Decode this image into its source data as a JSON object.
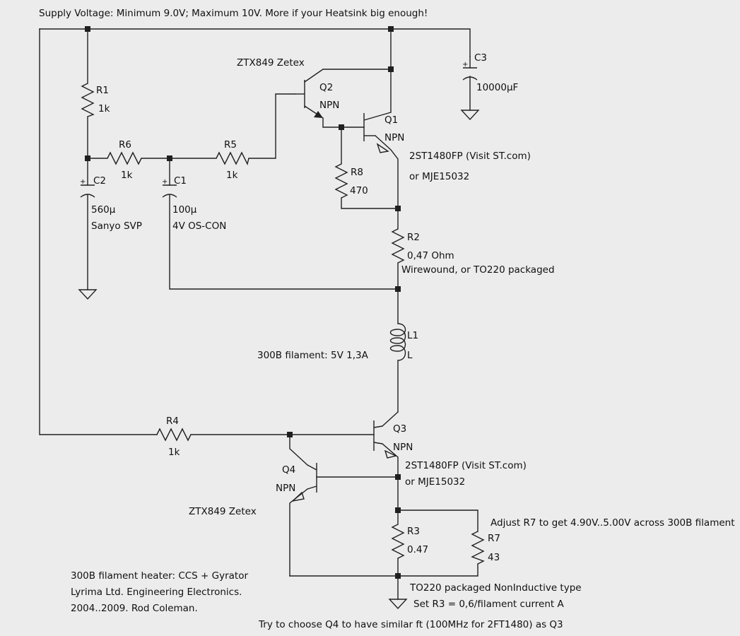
{
  "header": {
    "supply_note": "Supply Voltage: Minimum 9.0V;  Maximum 10V. More if your Heatsink big enough!"
  },
  "components": {
    "r1": {
      "ref": "R1",
      "value": "1k"
    },
    "r2": {
      "ref": "R2",
      "value": "0,47 Ohm",
      "note": "Wirewound, or TO220 packaged"
    },
    "r3": {
      "ref": "R3",
      "value": "0.47"
    },
    "r4": {
      "ref": "R4",
      "value": "1k"
    },
    "r5": {
      "ref": "R5",
      "value": "1k"
    },
    "r6": {
      "ref": "R6",
      "value": "1k"
    },
    "r7": {
      "ref": "R7",
      "value": "43"
    },
    "r8": {
      "ref": "R8",
      "value": "470"
    },
    "c1": {
      "ref": "C1",
      "value": "100µ",
      "note": "4V OS-CON"
    },
    "c2": {
      "ref": "C2",
      "value": "560µ",
      "note": "Sanyo SVP"
    },
    "c3": {
      "ref": "C3",
      "value": "10000µF"
    },
    "l1": {
      "ref": "L1",
      "value": "L"
    },
    "q1": {
      "ref": "Q1",
      "type": "NPN",
      "part": "2ST1480FP (Visit ST.com)",
      "alt": "or MJE15032"
    },
    "q2": {
      "ref": "Q2",
      "type": "NPN",
      "part": "ZTX849  Zetex"
    },
    "q3": {
      "ref": "Q3",
      "type": "NPN",
      "part": "2ST1480FP (Visit ST.com)",
      "alt": "or MJE15032"
    },
    "q4": {
      "ref": "Q4",
      "type": "NPN",
      "part": "ZTX849  Zetex"
    },
    "plus_sign": "+"
  },
  "notes": {
    "filament": "300B filament: 5V 1,3A",
    "adjust_r7": "Adjust R7 to get 4.90V..5.00V across 300B filament",
    "r3_type": "TO220 packaged NonInductive type",
    "r3_set": "Set R3 = 0,6/filament current A",
    "q4_choice": "Try to choose Q4 to have similar ft (100MHz  for 2FT1480) as Q3"
  },
  "credits": {
    "line1": "300B filament heater: CCS + Gyrator",
    "line2": "Lyrima Ltd. Engineering Electronics.",
    "line3": "2004..2009. Rod Coleman."
  }
}
